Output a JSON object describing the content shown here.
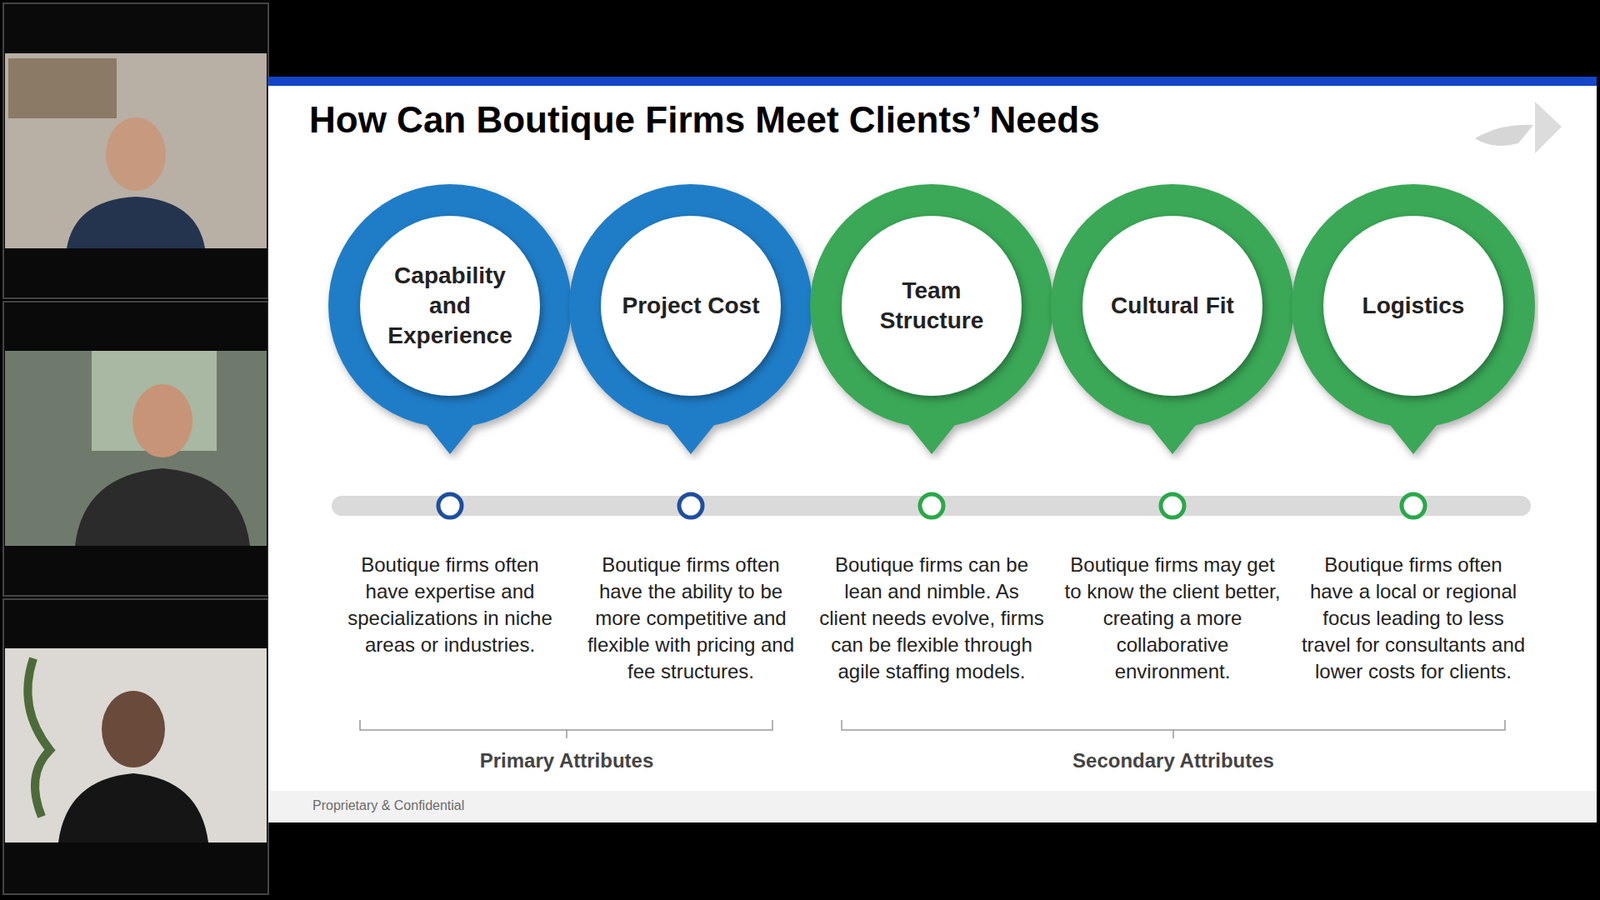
{
  "diagram": {
    "title": "How Can Boutique Firms Meet Clients’ Needs",
    "nodes": [
      {
        "text": [
          "Capability and Experience"
        ]
      },
      {
        "text": [
          "Project Cost"
        ]
      },
      {
        "text": [
          "Team Structure"
        ]
      },
      {
        "text": [
          "Cultural Fit"
        ]
      },
      {
        "text": [
          "Logistics"
        ]
      }
    ],
    "labels": [
      "Boutique firms often have expertise and specializations in niche areas or industries.",
      "Boutique firms often have the ability to be more competitive and flexible with pricing and fee structures.",
      "Boutique firms can be lean and nimble. As client needs evolve, firms can be flexible through agile staffing models.",
      "Boutique firms may get to know the client better, creating a more collaborative environment.",
      "Boutique firms often have a local or regional focus leading to less travel for consultants and lower costs for clients.",
      "Primary Attributes",
      "Secondary Attributes",
      "Proprietary & Confidential"
    ]
  }
}
